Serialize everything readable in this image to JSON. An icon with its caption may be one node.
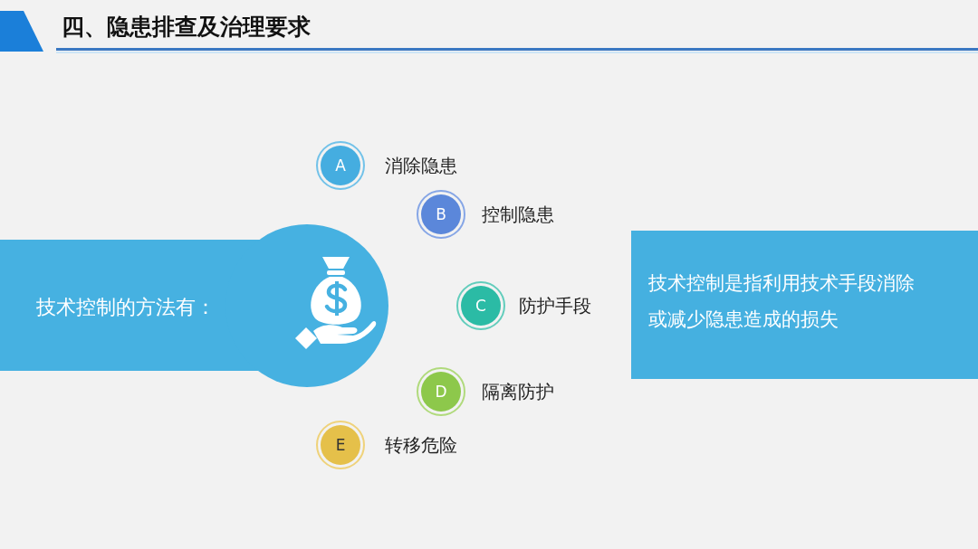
{
  "diagram": {
    "title": "四、隐患排查及治理要求",
    "nodes": [
      {
        "text": [
          "技术控制的方法有："
        ]
      },
      {
        "text": [
          "A"
        ],
        "beside": [
          "消除隐患"
        ]
      },
      {
        "text": [
          "B"
        ],
        "beside": [
          "控制隐患"
        ]
      },
      {
        "text": [
          "C"
        ],
        "beside": [
          "防护手段"
        ]
      },
      {
        "text": [
          "D"
        ],
        "beside": [
          "隔离防护"
        ]
      },
      {
        "text": [
          "E"
        ],
        "beside": [
          "转移危险"
        ]
      },
      {
        "text": [
          "技术控制是指利用技术手段消除或减少隐患造成的损失"
        ]
      }
    ]
  }
}
